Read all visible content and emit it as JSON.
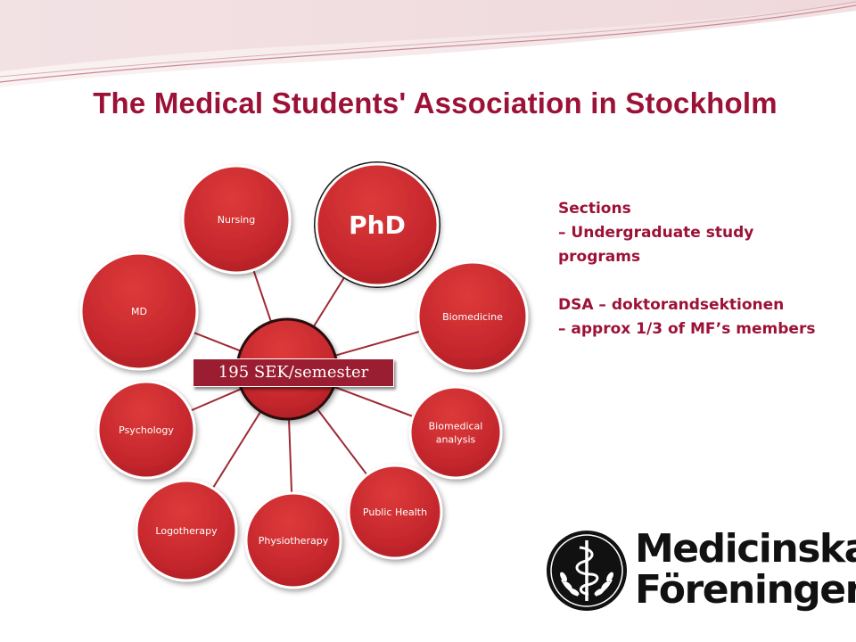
{
  "title": "The Medical Students' Association in Stockholm",
  "fee_label": "195 SEK/semester",
  "hub": {
    "name": "",
    "fill": "#c3262c"
  },
  "nodes": [
    {
      "id": "nursing",
      "label": "Nursing"
    },
    {
      "id": "phd",
      "label": "PhD"
    },
    {
      "id": "biomedicine",
      "label": "Biomedicine"
    },
    {
      "id": "biomedical-analysis",
      "label": "Biomedical analysis"
    },
    {
      "id": "public-health",
      "label": "Public Health"
    },
    {
      "id": "physiotherapy",
      "label": "Physiotherapy"
    },
    {
      "id": "logotherapy",
      "label": "Logotherapy"
    },
    {
      "id": "psychology",
      "label": "Psychology"
    },
    {
      "id": "md",
      "label": "MD"
    }
  ],
  "side_text": {
    "line1": "Sections",
    "line2": "– Undergraduate study",
    "line3": "programs",
    "line4": "DSA – doktorandsektionen",
    "line5": "– approx  1/3 of MF’s members"
  },
  "logo": {
    "line1": "Medicinska",
    "line2": "Föreningen",
    "icon": "aesculapius-seal-icon"
  },
  "colors": {
    "title": "#9c1237",
    "node_fill": "#c3262c",
    "connector": "#9e2a35",
    "fee_box": "#9a1d31",
    "side_text": "#9c1237"
  }
}
